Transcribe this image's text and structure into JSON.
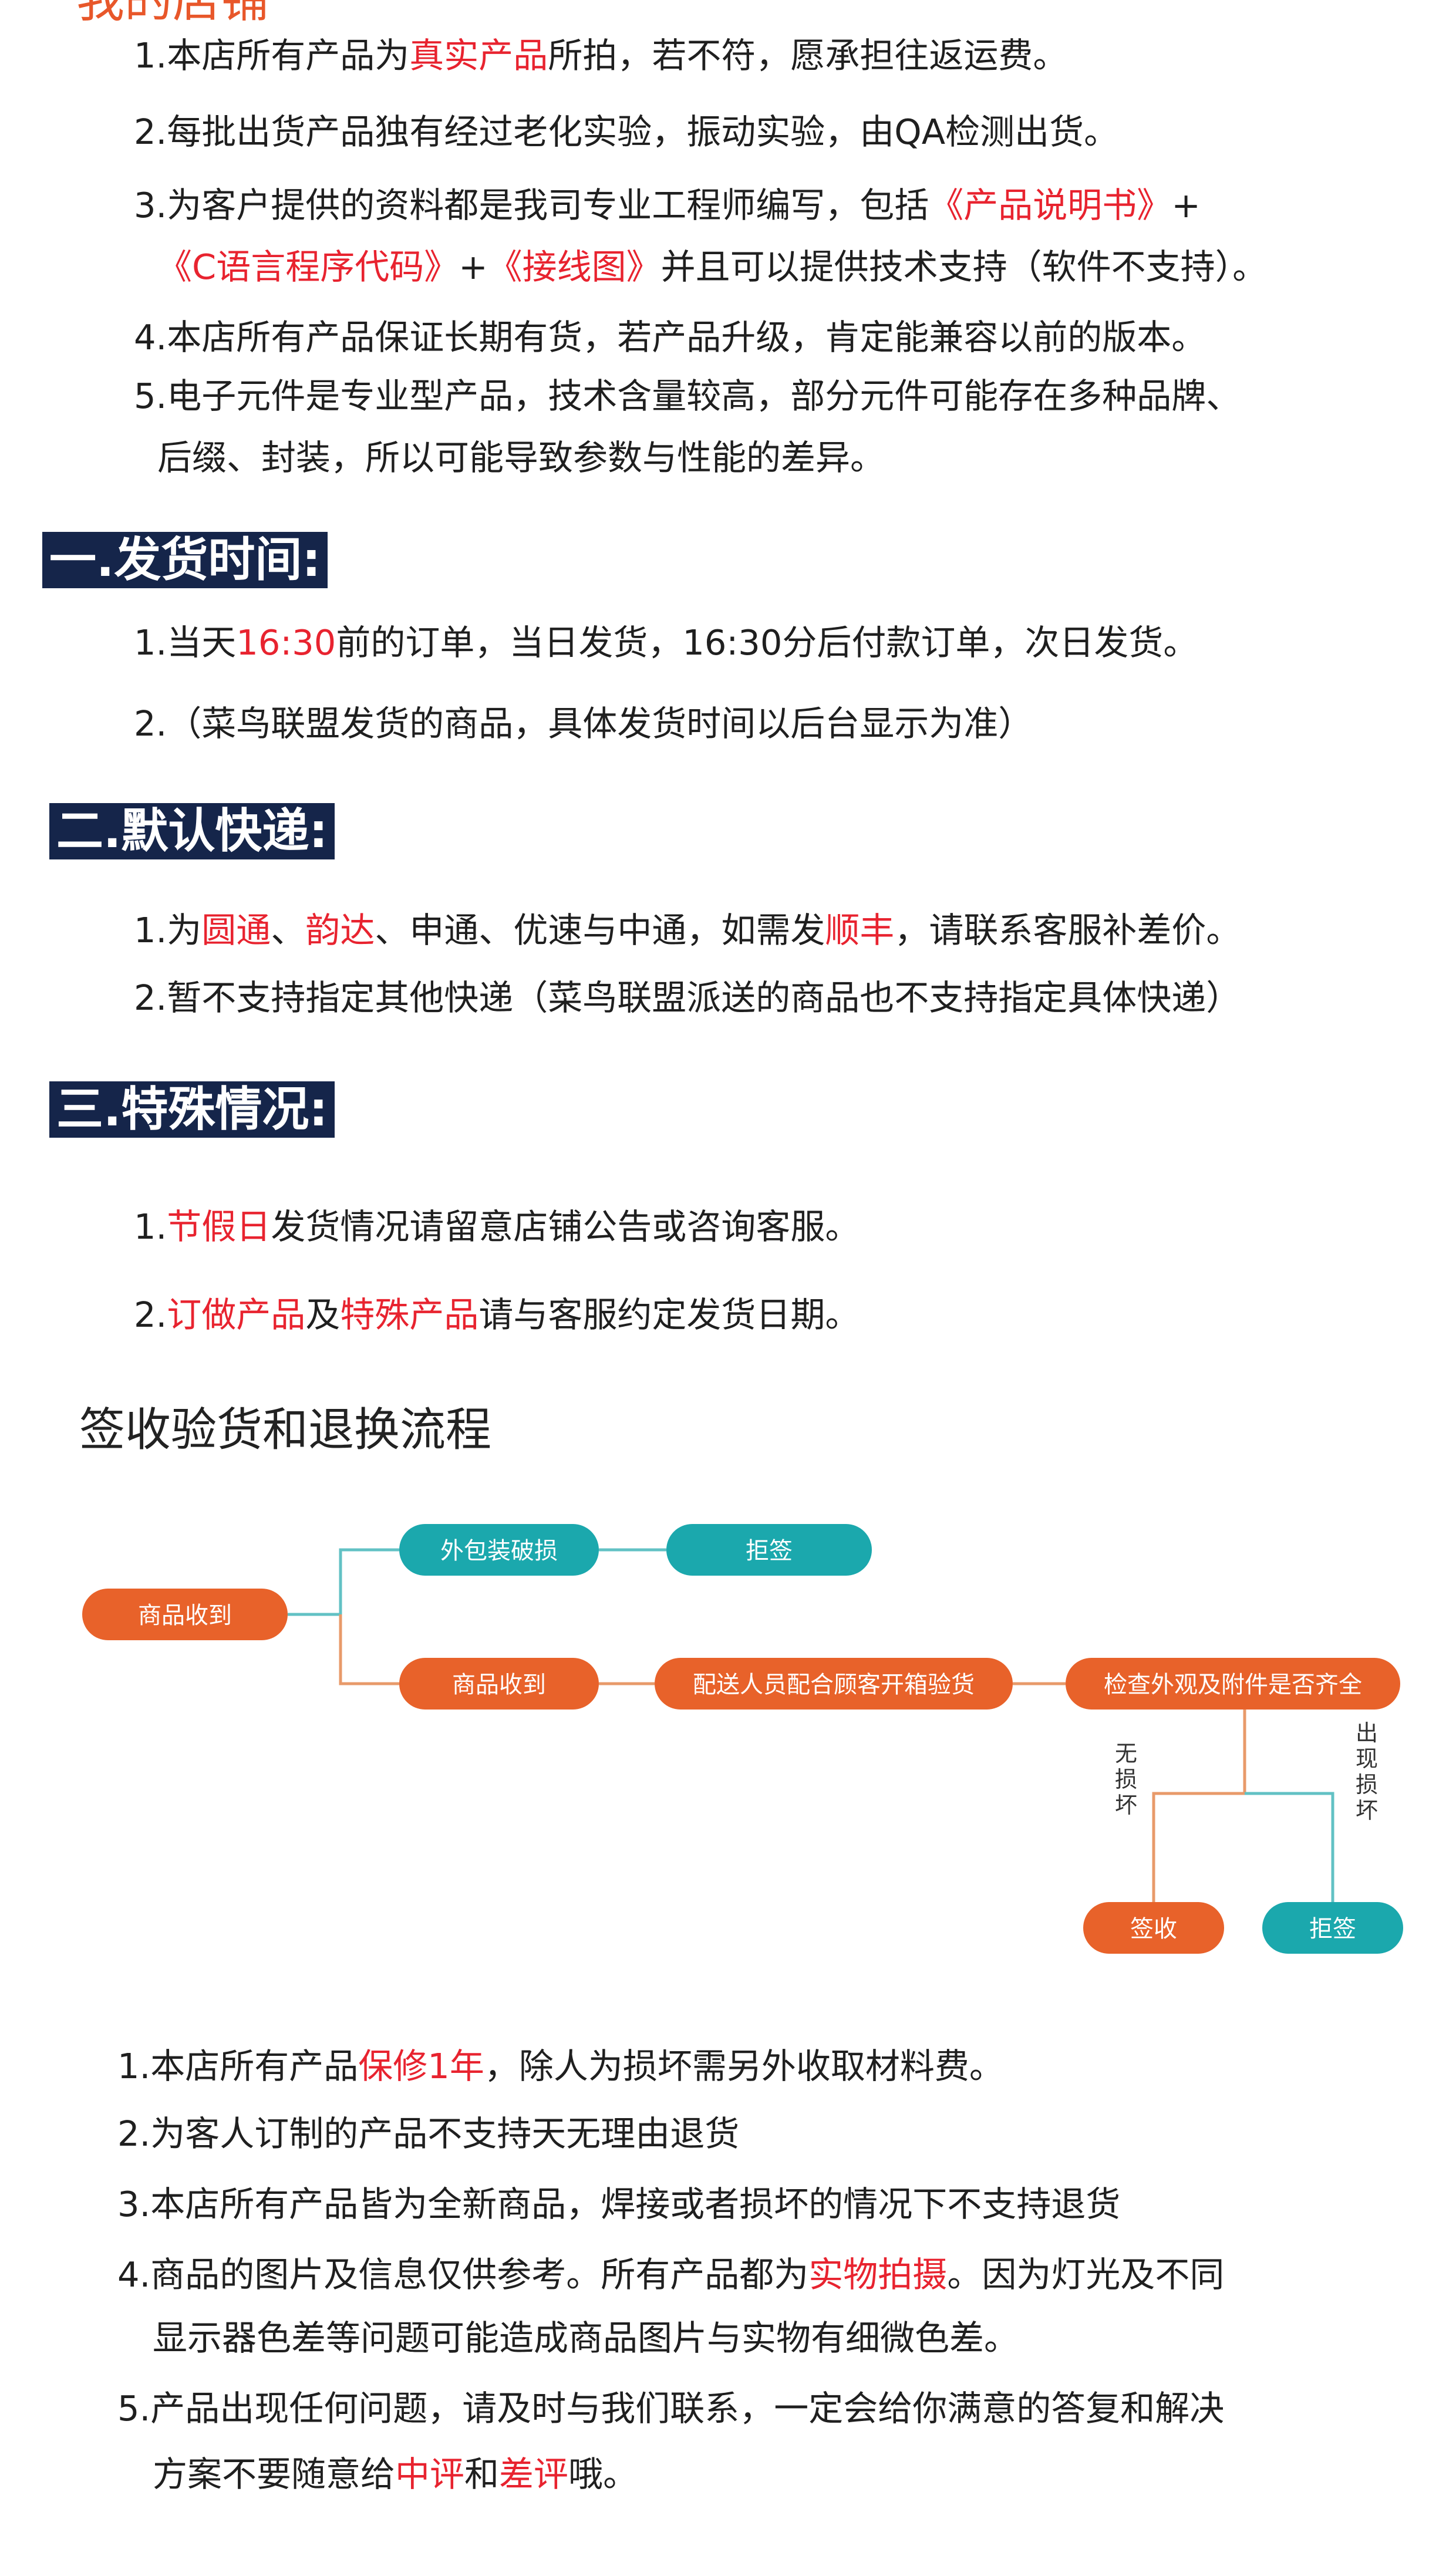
{
  "top_heading": "我的店铺",
  "intro": {
    "l1": {
      "a": "1.本店所有产品为",
      "r": "真实产品",
      "b": "所拍，若不符，愿承担往返运费。"
    },
    "l2": "2.每批出货产品独有经过老化实验，振动实验，由QA检测出货。",
    "l3a": {
      "a": "3.为客户提供的资料都是我司专业工程师编写，包括",
      "r": "《产品说明书》",
      "b": "+"
    },
    "l3b": {
      "r1": "《C语言程序代码》",
      "m": "+",
      "r2": "《接线图》",
      "b": "并且可以提供技术支持（软件不支持）。"
    },
    "l4": "4.本店所有产品保证长期有货，若产品升级，肯定能兼容以前的版本。",
    "l5a": "5.电子元件是专业型产品，技术含量较高，部分元件可能存在多种品牌、",
    "l5b": "后缀、封装，所以可能导致参数与性能的差异。"
  },
  "shipping_time": {
    "title": "一.发货时间:",
    "l1": {
      "a": "1.当天",
      "r": "16:30",
      "b": "前的订单，当日发货，16:30分后付款订单，次日发货。"
    },
    "l2": "2.（菜鸟联盟发货的商品，具体发货时间以后台显示为准）"
  },
  "courier": {
    "title": "二.默认快递:",
    "l1": {
      "a": "1.为",
      "r1": "圆通",
      "s1": "、",
      "r2": "韵达",
      "b": "、申通、优速与中通，如需发",
      "r3": "顺丰",
      "c": "，请联系客服补差价。"
    },
    "l2": "2.暂不支持指定其他快递（菜鸟联盟派送的商品也不支持指定具体快递）"
  },
  "special": {
    "title": "三.特殊情况:",
    "l1": {
      "a": "1.",
      "r": "节假日",
      "b": "发货情况请留意店铺公告或咨询客服。"
    },
    "l2": {
      "a": "2.",
      "r1": "订做产品",
      "m": "及",
      "r2": "特殊产品",
      "b": "请与客服约定发货日期。"
    }
  },
  "flow": {
    "heading": "签收验货和退换流程",
    "goods_received": "商品收到",
    "damaged_package": "外包装破损",
    "reject": "拒签",
    "goods_received_2": "商品收到",
    "courier_check": "配送人员配合顾客开箱验货",
    "check_accessories": "检查外观及附件是否齐全",
    "no_damage": "无损坏",
    "damage_found": "出现损坏",
    "sign": "签收",
    "reject_2": "拒签",
    "colors": {
      "orange": "#e8622a",
      "teal": "#1ba8ad",
      "line_orange": "#e89a6a",
      "line_teal": "#62c1c4"
    }
  },
  "after_sales": {
    "l1": {
      "a": "1.本店所有产品",
      "r": "保修1年",
      "b": "，除人为损坏需另外收取材料费。"
    },
    "l2": "2.为客人订制的产品不支持天无理由退货",
    "l3": "3.本店所有产品皆为全新商品，焊接或者损坏的情况下不支持退货",
    "l4a": {
      "a": "4.商品的图片及信息仅供参考。所有产品都为",
      "r": "实物拍摄",
      "b": "。因为灯光及不同"
    },
    "l4b": "显示器色差等问题可能造成商品图片与实物有细微色差。",
    "l5a": "5.产品出现任何问题，请及时与我们联系，一定会给你满意的答复和解决",
    "l5b": {
      "a": "方案不要随意给",
      "r1": "中评",
      "m": "和",
      "r2": "差评",
      "b": "哦。"
    }
  }
}
